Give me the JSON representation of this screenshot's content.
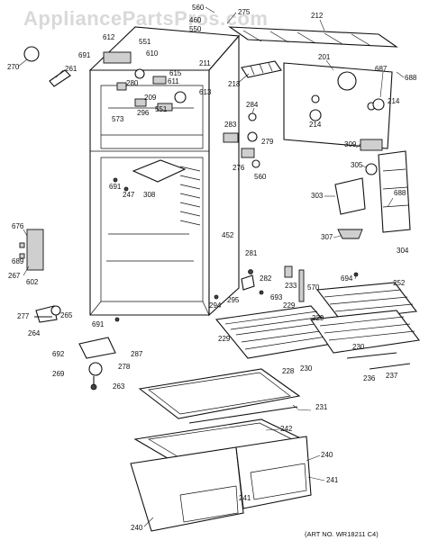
{
  "watermark": "AppliancePartsPros.com",
  "art_number": "(ART NO. WR18211 C4)",
  "callouts": [
    "560",
    "275",
    "212",
    "201",
    "460",
    "550",
    "612",
    "610",
    "551",
    "611",
    "615",
    "209",
    "211",
    "213",
    "687",
    "688",
    "214",
    "214",
    "270",
    "261",
    "691",
    "280",
    "296",
    "573",
    "551",
    "613",
    "284",
    "283",
    "279",
    "276",
    "560",
    "309",
    "305",
    "303",
    "688",
    "304",
    "307",
    "691",
    "247",
    "308",
    "676",
    "689",
    "267",
    "602",
    "277",
    "265",
    "264",
    "691",
    "452",
    "281",
    "282",
    "233",
    "570",
    "694",
    "252",
    "229",
    "229",
    "230",
    "230",
    "229",
    "236",
    "237",
    "693",
    "294",
    "295",
    "692",
    "287",
    "269",
    "278",
    "263",
    "228",
    "231",
    "242",
    "240",
    "241",
    "241",
    "240"
  ]
}
